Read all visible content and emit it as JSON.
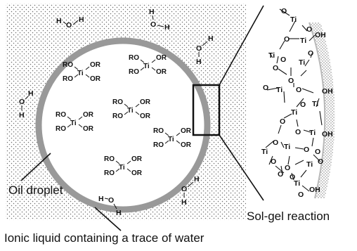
{
  "labels": {
    "oil_droplet": "Oil droplet",
    "sol_gel": "Sol-gel reaction",
    "ionic_liquid": "Ionic liquid containing a trace of water"
  },
  "chem": {
    "RO": "RO",
    "OR": "OR",
    "Ti": "Ti",
    "H": "H",
    "O": "O",
    "OH": "OH"
  },
  "colors": {
    "droplet_ring": "#999999",
    "dots": "#6e6e6e",
    "ink": "#111111"
  }
}
